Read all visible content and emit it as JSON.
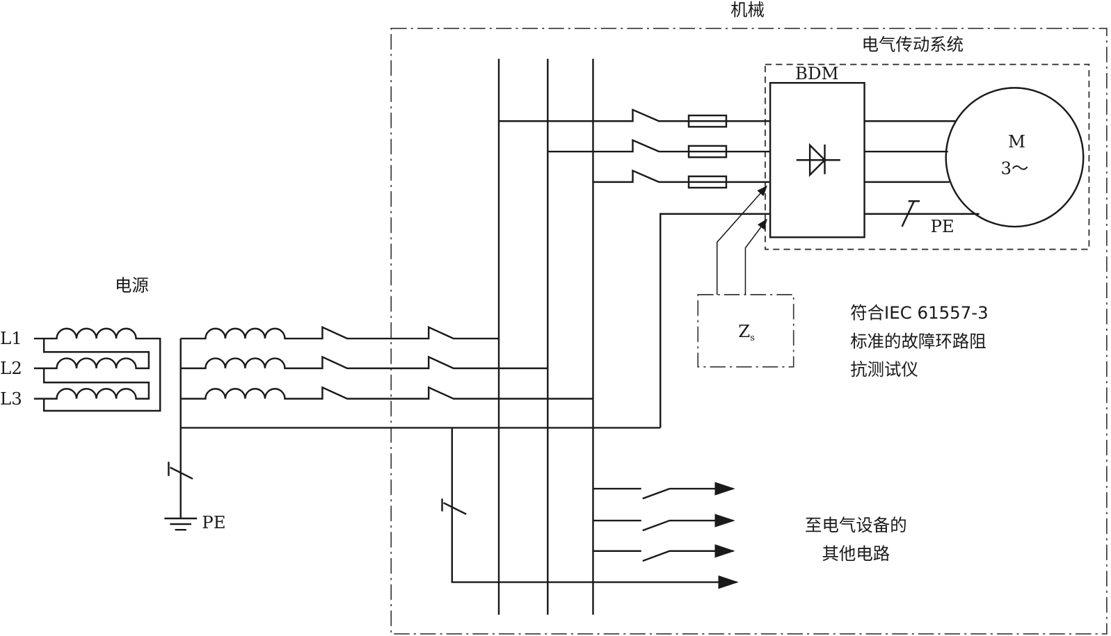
{
  "labels": {
    "machine": "机械",
    "drive_system": "电气传动系统",
    "bdm": "BDM",
    "motor_line1": "M",
    "motor_line2": "3～",
    "motor_pe": "PE",
    "power_source": "电源",
    "l1": "L1",
    "l2": "L2",
    "l3": "L3",
    "ground_pe": "PE",
    "zs_main": "Z",
    "zs_sub": "s",
    "tester_line1": "符合IEC 61557-3",
    "tester_line2": "标准的故障环路阻",
    "tester_line3": "抗测试仪",
    "other_line1": "至电气设备的",
    "other_line2": "其他电路"
  },
  "icons": [
    "inductor-coil-icon",
    "circuit-breaker-icon",
    "fuse-icon",
    "diode-icon",
    "motor-icon",
    "ground-icon",
    "arrow-icon"
  ]
}
